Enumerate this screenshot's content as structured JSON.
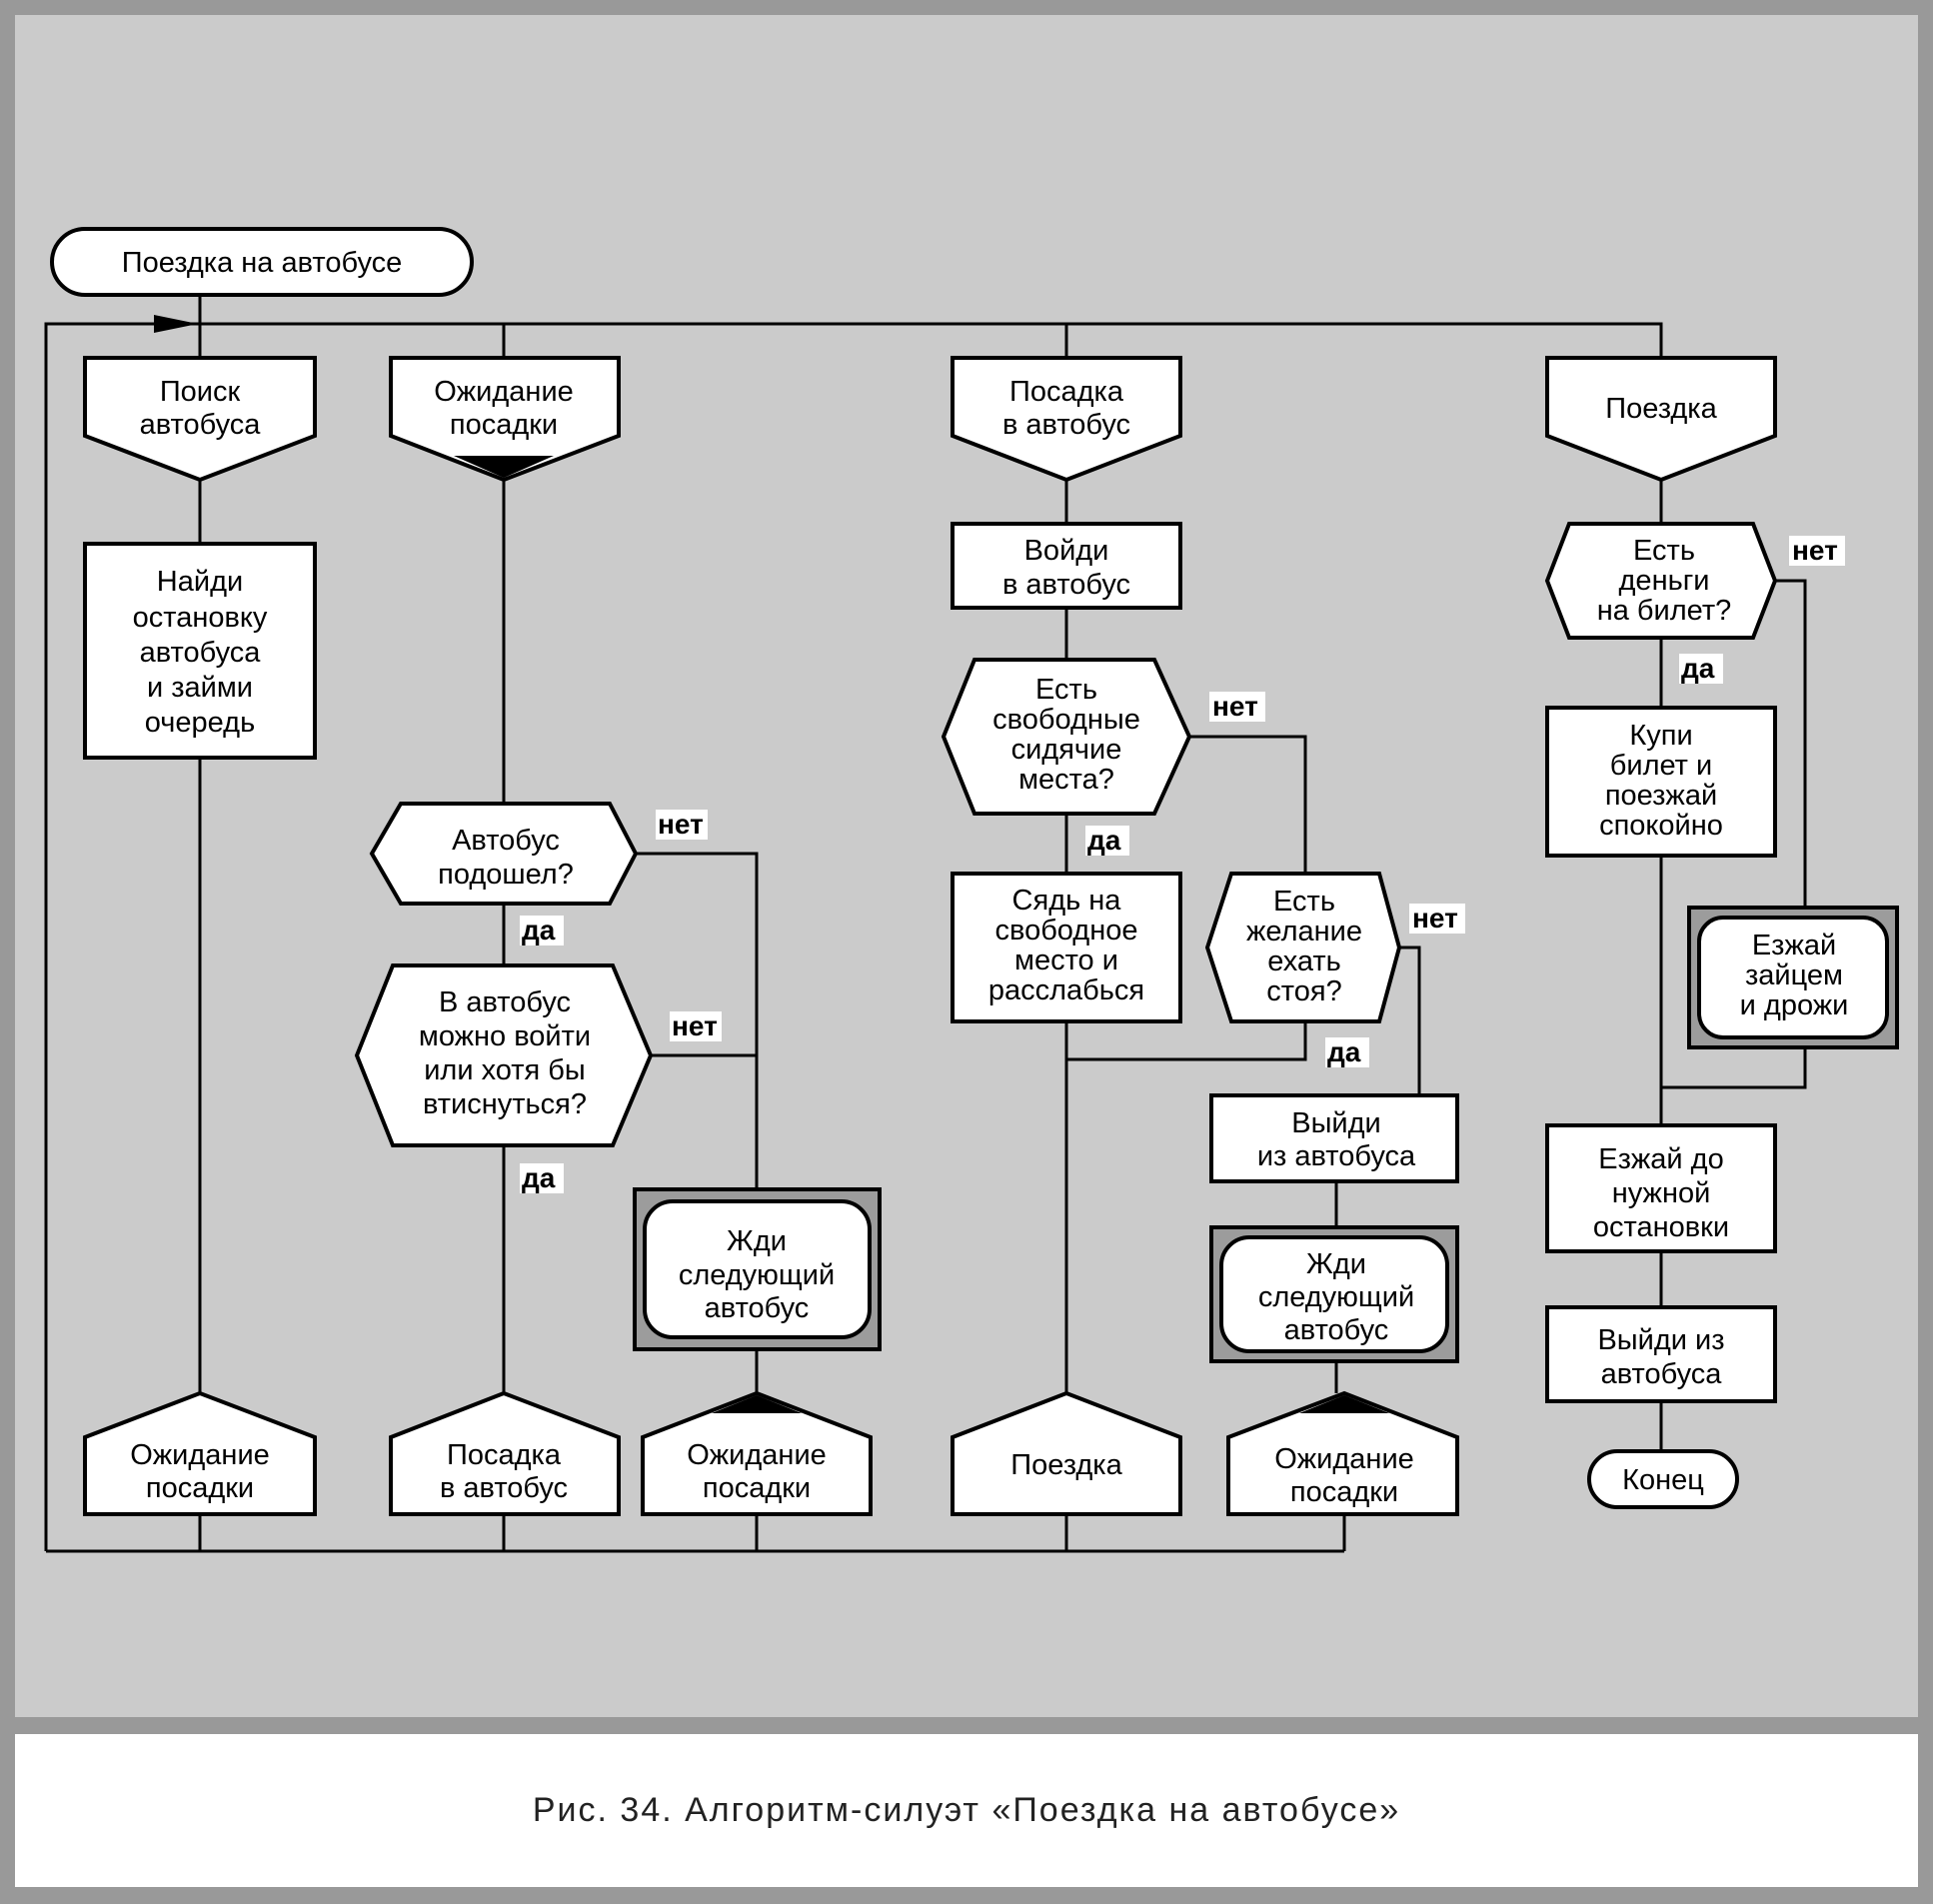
{
  "diagram": {
    "start": "Поездка на автобусе",
    "headers": {
      "h1": [
        "Поиск",
        "автобуса"
      ],
      "h2": [
        "Ожидание",
        "посадки"
      ],
      "h3": [
        "Посадка",
        "в автобус"
      ],
      "h4": [
        "Поездка"
      ]
    },
    "nodes": {
      "find_stop": [
        "Найди",
        "остановку",
        "автобуса",
        "и займи",
        "очередь"
      ],
      "bus_arrived": [
        "Автобус",
        "подошел?"
      ],
      "can_enter": [
        "В автобус",
        "можно войти",
        "или хотя бы",
        "втиснуться?"
      ],
      "wait_next_1": [
        "Жди",
        "следующий",
        "автобус"
      ],
      "enter_bus": [
        "Войди",
        "в автобус"
      ],
      "free_seats": [
        "Есть",
        "свободные",
        "сидячие",
        "места?"
      ],
      "sit_down": [
        "Сядь на",
        "свободное",
        "место и",
        "расслабься"
      ],
      "want_stand": [
        "Есть",
        "желание",
        "ехать",
        "стоя?"
      ],
      "exit_bus_1": [
        "Выйди",
        "из автобуса"
      ],
      "wait_next_2": [
        "Жди",
        "следующий",
        "автобус"
      ],
      "have_money": [
        "Есть",
        "деньги",
        "на билет?"
      ],
      "buy_ticket": [
        "Купи",
        "билет и",
        "поезжай",
        "спокойно"
      ],
      "ride_free": [
        "Езжай",
        "зайцем",
        "и дрожи"
      ],
      "ride_to_stop": [
        "Езжай до",
        "нужной",
        "остановки"
      ],
      "exit_bus_2": [
        "Выйди из",
        "автобуса"
      ],
      "end": "Конец"
    },
    "footers": {
      "f1": [
        "Ожидание",
        "посадки"
      ],
      "f2": [
        "Посадка",
        "в автобус"
      ],
      "f3": [
        "Ожидание",
        "посадки"
      ],
      "f4": [
        "Поездка"
      ],
      "f5": [
        "Ожидание",
        "посадки"
      ]
    },
    "answers": {
      "yes": "да",
      "no": "нет"
    }
  },
  "caption": "Рис. 34. Алгоритм-силуэт «Поездка на автобусе»"
}
